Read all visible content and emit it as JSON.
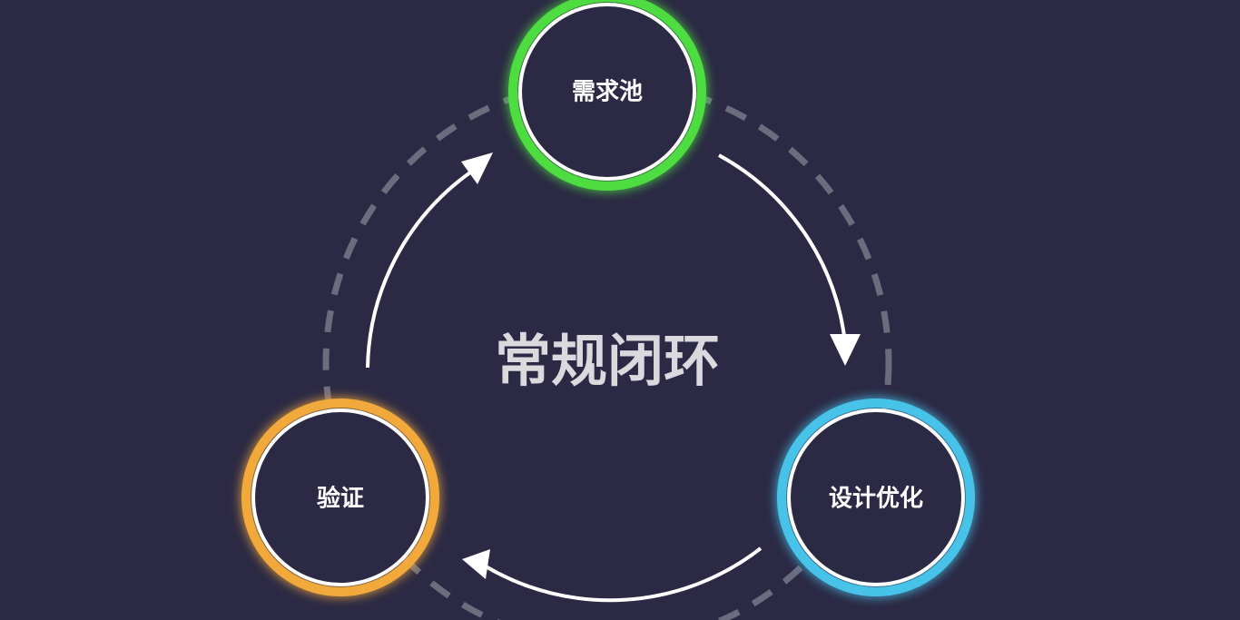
{
  "center_title": "常规闭环",
  "nodes": [
    {
      "id": "requirements-pool",
      "label": "需求池",
      "ring_color": "#4ddd3f"
    },
    {
      "id": "design-optimization",
      "label": "设计优化",
      "ring_color": "#47c3ea"
    },
    {
      "id": "validation",
      "label": "验证",
      "ring_color": "#f2a93b"
    }
  ],
  "edges": [
    {
      "from": "requirements-pool",
      "to": "design-optimization"
    },
    {
      "from": "design-optimization",
      "to": "validation"
    },
    {
      "from": "validation",
      "to": "requirements-pool"
    }
  ],
  "colors": {
    "background": "#2b2944",
    "node_fill": "#2b2944",
    "arrow": "#ffffff",
    "dashed_ring": "#6d6c7e",
    "title_text": "#d9d9de"
  }
}
